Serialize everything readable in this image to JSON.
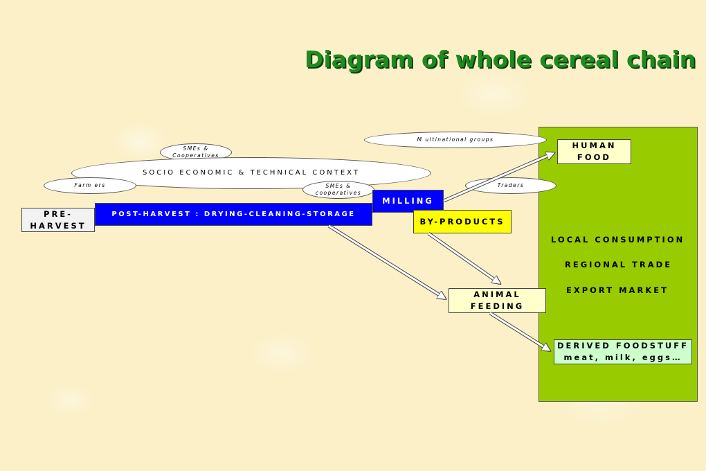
{
  "title": "Diagram of whole cereal chain",
  "colors": {
    "background": "#fbf0c8",
    "title": "#1f8a1f",
    "panel": "#99cc00",
    "blue_box": "#0000ff",
    "yellow_box": "#ffff00",
    "pale_box": "#ffffcc",
    "mint_box": "#ccffcc"
  },
  "ellipses": {
    "smes_top": [
      "SMEs &",
      "Cooperatives"
    ],
    "context": "SOCIO ECONOMIC & TECHNICAL CONTEXT",
    "farmers": "Farm ers",
    "smes_bottom": [
      "SMEs &",
      "cooperatives"
    ],
    "multinational": "M ultinational groups",
    "traders": "Traders"
  },
  "boxes": {
    "pre_harvest": [
      "PRE-",
      "HARVEST"
    ],
    "post_harvest": "POST-HARVEST : DRYING-CLEANING-STORAGE",
    "milling": "MILLING",
    "by_products": "BY-PRODUCTS",
    "human_food": [
      "HUMAN",
      "FOOD"
    ],
    "animal_feeding": [
      "ANIMAL",
      "FEEDING"
    ],
    "derived": [
      "DERIVED FOODSTUFF",
      "meat, milk, eggs…"
    ]
  },
  "panel": {
    "lines": [
      "LOCAL CONSUMPTION",
      "REGIONAL TRADE",
      "EXPORT MARKET"
    ]
  }
}
